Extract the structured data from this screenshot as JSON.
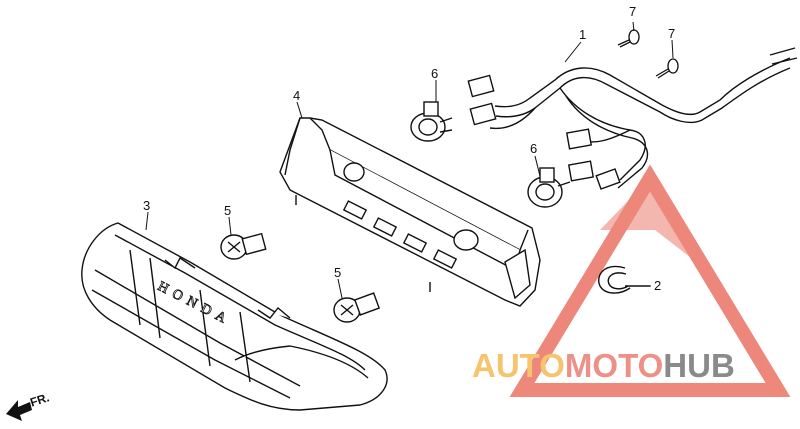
{
  "callouts": [
    {
      "id": "1",
      "label": "1"
    },
    {
      "id": "2",
      "label": "2"
    },
    {
      "id": "3",
      "label": "3"
    },
    {
      "id": "4",
      "label": "4"
    },
    {
      "id": "5a",
      "label": "5"
    },
    {
      "id": "5b",
      "label": "5"
    },
    {
      "id": "6a",
      "label": "6"
    },
    {
      "id": "6b",
      "label": "6"
    },
    {
      "id": "7a",
      "label": "7"
    },
    {
      "id": "7b",
      "label": "7"
    }
  ],
  "lens_logo_text": "HONDA",
  "direction_label": "FR.",
  "watermark": {
    "part1": "AUTO",
    "part2": "MOTO",
    "part3": "HUB",
    "colors": {
      "part1": "#f6c36f",
      "part2": "#ee8f88",
      "part3": "#8a8a8a",
      "triangle": "#e8604f"
    }
  }
}
